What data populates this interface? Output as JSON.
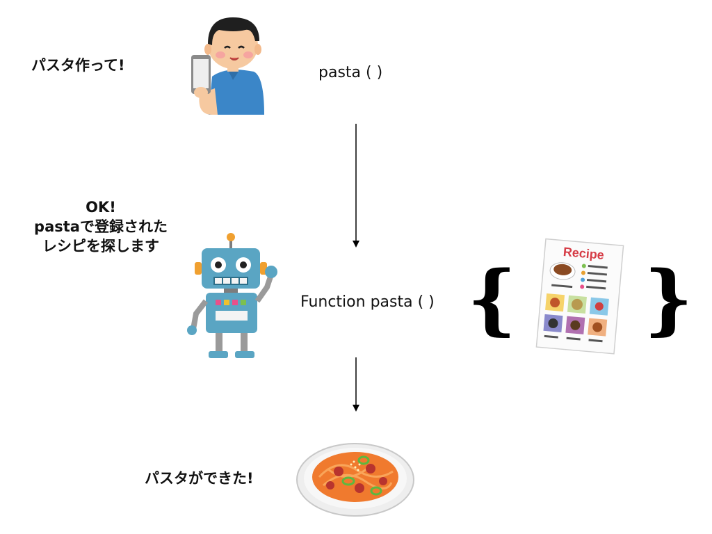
{
  "user": {
    "request": "パスタ作って!"
  },
  "call": {
    "label": "pasta ( )"
  },
  "robot": {
    "lines": [
      "OK!",
      "pastaで登録された",
      "レシピを探します"
    ]
  },
  "function": {
    "label": "Function pasta ( )",
    "brace_open": "{",
    "brace_close": "}"
  },
  "recipe": {
    "title": "Recipe"
  },
  "result": {
    "text": "パスタができた!"
  },
  "icons": [
    "person-with-phone-icon",
    "robot-icon",
    "recipe-card-icon",
    "pasta-dish-icon"
  ]
}
